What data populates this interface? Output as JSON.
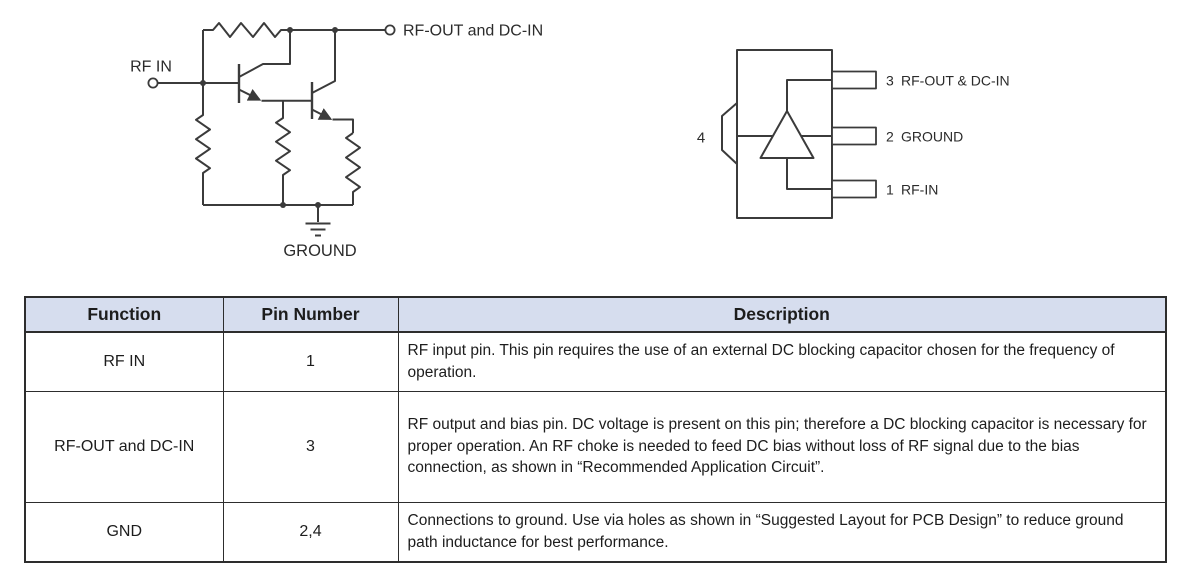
{
  "schematic": {
    "rf_in_label": "RF IN",
    "rf_out_label": "RF-OUT and DC-IN",
    "ground_label": "GROUND"
  },
  "package": {
    "tab_pin_number": "4",
    "pins": [
      {
        "number": "3",
        "name": "RF-OUT & DC-IN"
      },
      {
        "number": "2",
        "name": "GROUND"
      },
      {
        "number": "1",
        "name": "RF-IN"
      }
    ]
  },
  "table": {
    "headers": [
      "Function",
      "Pin Number",
      "Description"
    ],
    "rows": [
      {
        "function": "RF IN",
        "pin": "1",
        "description": "RF input pin. This pin requires the use of an external DC blocking capacitor chosen for the frequency of operation."
      },
      {
        "function": "RF-OUT and DC-IN",
        "pin": "3",
        "description": "RF output and bias pin.  DC voltage is present on this pin; therefore a DC blocking capacitor is necessary for proper operation.  An RF choke is needed to feed DC bias without loss of RF signal due to the bias connection, as shown in “Recommended Application Circuit”."
      },
      {
        "function": "GND",
        "pin": "2,4",
        "description": "Connections to ground.  Use via holes as shown in “Suggested Layout for PCB Design” to reduce ground path inductance for best performance."
      }
    ]
  },
  "colors": {
    "line": "#3b3b3b",
    "header_fill": "#d6ddee",
    "text": "#1d1d1d"
  }
}
